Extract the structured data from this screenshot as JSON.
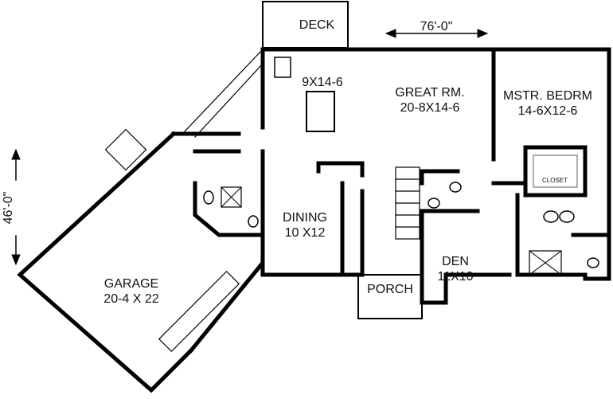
{
  "rooms": {
    "deck": "DECK",
    "kitchen": "9X14-6",
    "great_room": {
      "name": "GREAT RM.",
      "size": "20-8X14-6"
    },
    "master_bedroom": {
      "name": "MSTR. BEDRM",
      "size": "14-6X12-6"
    },
    "closet": "CLOSET",
    "dining": {
      "name": "DINING",
      "size": "10 X12"
    },
    "den": {
      "name": "DEN",
      "size": "11X10"
    },
    "porch": "PORCH",
    "garage": {
      "name": "GARAGE",
      "size": "20-4 X 22"
    }
  },
  "dimensions": {
    "width": "76'-0\"",
    "depth": "46'-0\""
  }
}
